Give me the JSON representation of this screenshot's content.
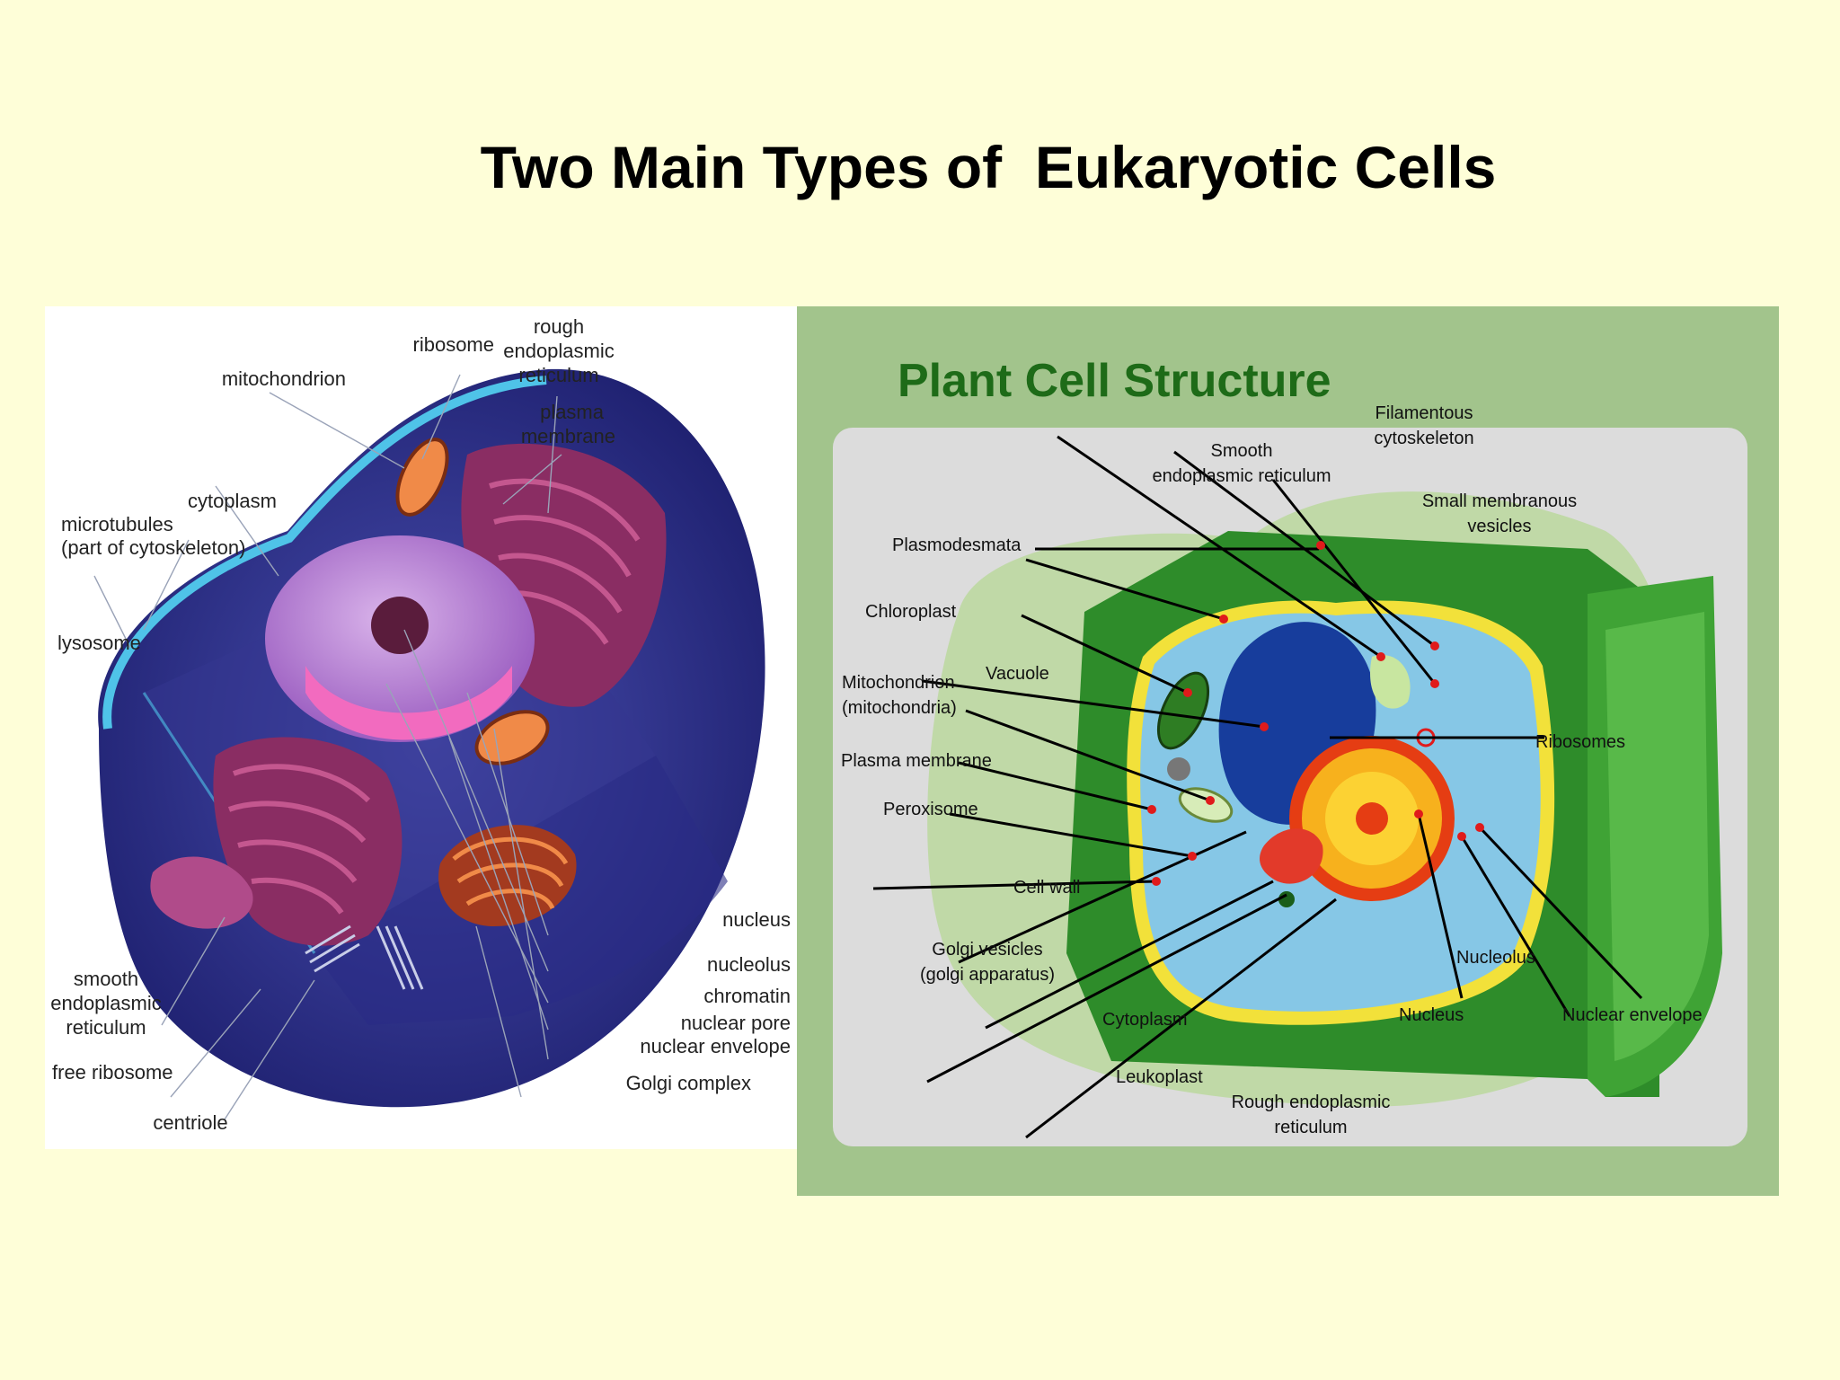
{
  "slide": {
    "title": "Two Main Types of  Eukaryotic Cells"
  },
  "animal_cell": {
    "labels": {
      "ribosome": "ribosome",
      "rough_er_1": "rough",
      "rough_er_2": "endoplasmic",
      "rough_er_3": "reticulum",
      "mitochondrion": "mitochondrion",
      "plasma_membrane_1": "plasma",
      "plasma_membrane_2": "membrane",
      "cytoplasm": "cytoplasm",
      "microtubules_1": "microtubules",
      "microtubules_2": "(part of cytoskeleton)",
      "lysosome": "lysosome",
      "nucleus": "nucleus",
      "nucleolus": "nucleolus",
      "chromatin": "chromatin",
      "nuclear_pore": "nuclear pore",
      "nuclear_envelope": "nuclear envelope",
      "golgi_complex": "Golgi complex",
      "smooth_er_1": "smooth",
      "smooth_er_2": "endoplasmic",
      "smooth_er_3": "reticulum",
      "free_ribosome": "free ribosome",
      "centriole": "centriole"
    }
  },
  "plant_cell": {
    "title": "Plant Cell Structure",
    "labels": {
      "smooth_er_1": "Smooth",
      "smooth_er_2": "endoplasmic reticulum",
      "filamentous_1": "Filamentous",
      "filamentous_2": "cytoskeleton",
      "small_vesicles_1": "Small membranous",
      "small_vesicles_2": "vesicles",
      "plasmodesmata": "Plasmodesmata",
      "chloroplast": "Chloroplast",
      "vacuole": "Vacuole",
      "mitochondrion_1": "Mitochondrion",
      "mitochondrion_2": "(mitochondria)",
      "plasma_membrane": "Plasma membrane",
      "peroxisome": "Peroxisome",
      "cell_wall": "Cell wall",
      "golgi_1": "Golgi vesicles",
      "golgi_2": "(golgi apparatus)",
      "cytoplasm": "Cytoplasm",
      "leukoplast": "Leukoplast",
      "rough_er_1": "Rough endoplasmic",
      "rough_er_2": "reticulum",
      "ribosomes": "Ribosomes",
      "nucleolus": "Nucleolus",
      "nucleus": "Nucleus",
      "nuclear_envelope": "Nuclear envelope"
    }
  }
}
